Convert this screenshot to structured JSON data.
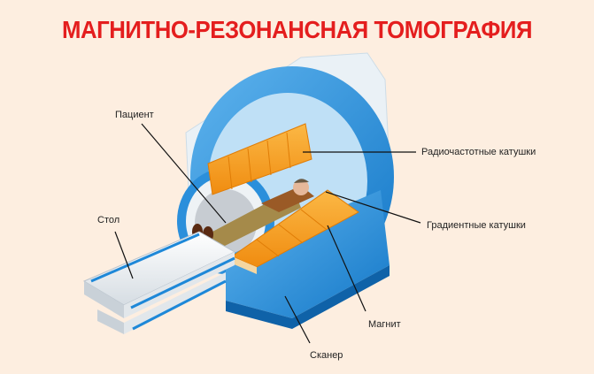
{
  "title": "МАГНИТНО-РЕЗОНАНСНАЯ ТОМОГРАФИЯ",
  "labels": {
    "patient": "Пациент",
    "table": "Стол",
    "rf_coils": "Радиочастотные катушки",
    "gradient_coils": "Градиентные катушки",
    "magnet": "Магнит",
    "scanner": "Сканер"
  },
  "colors": {
    "background": "#fdeee0",
    "title": "#e41e1e",
    "magnet_blue": "#1e88d8",
    "coil_orange": "#f7a21b",
    "shell_glass": "#dcecf6"
  }
}
